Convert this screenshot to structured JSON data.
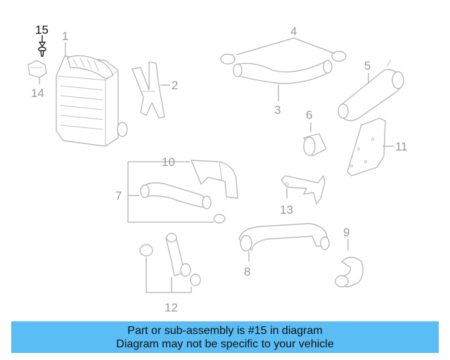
{
  "diagram": {
    "highlighted_callout": "15",
    "callouts": [
      "1",
      "2",
      "3",
      "4",
      "5",
      "6",
      "7",
      "8",
      "9",
      "10",
      "11",
      "12",
      "13",
      "14",
      "15"
    ],
    "colors": {
      "line": "#b9b9b9",
      "label": "#9a9a9a",
      "active": "#111111",
      "banner": "#5bbdf5"
    }
  },
  "banner": {
    "line1": "Part or sub-assembly is #15 in diagram",
    "line2": "Diagram may not be specific to your vehicle"
  }
}
